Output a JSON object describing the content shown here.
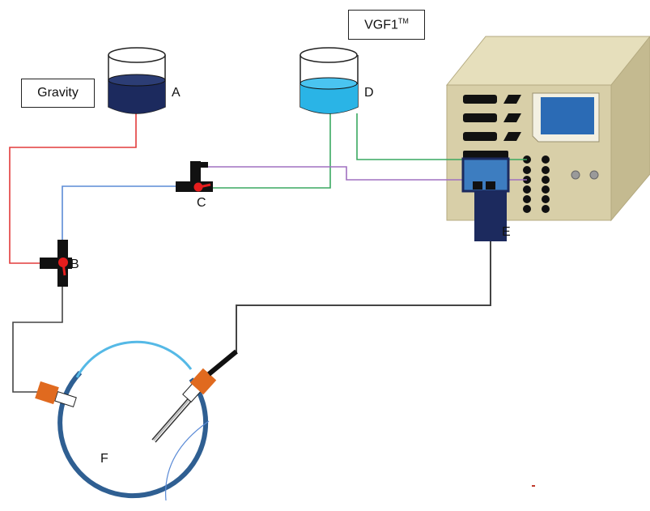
{
  "labels": {
    "gravity": "Gravity",
    "vgf1": "VGF1",
    "vgf1_mark": "TM",
    "a": "A",
    "b": "B",
    "c": "C",
    "d": "D",
    "e": "E",
    "f": "F"
  },
  "colors": {
    "reservoir_a_fluid": "#1c2a5e",
    "reservoir_d_fluid": "#2ab4e6",
    "line_red": "#e23b3b",
    "line_blue": "#5b8bd6",
    "line_green": "#3aa860",
    "line_purple": "#a070c0",
    "line_gray": "#444444",
    "console_body": "#d8cfa8",
    "console_side": "#c4ba90",
    "screen": "#2b6bb5",
    "eye": "#2f5f92",
    "cornea": "#55b9e6",
    "cannula": "#e06a1f",
    "valve_handle": "#e51d1d",
    "cassette": "#1c2a5e",
    "cassette_window": "#3d7dc0"
  },
  "icons": [
    "beaker-icon",
    "stopcock-icon",
    "console-icon",
    "eye-icon",
    "cannula-icon"
  ]
}
